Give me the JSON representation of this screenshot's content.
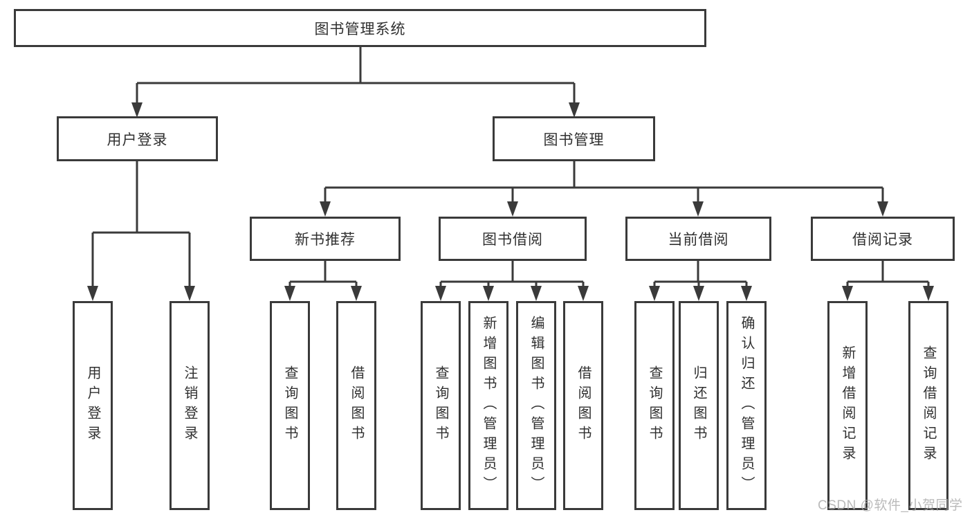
{
  "tree": {
    "root": {
      "label": "图书管理系统",
      "children": [
        {
          "label": "用户登录",
          "children": [
            {
              "label": "用户登录"
            },
            {
              "label": "注销登录"
            }
          ]
        },
        {
          "label": "图书管理",
          "children": [
            {
              "label": "新书推荐",
              "children": [
                {
                  "label": "查询图书"
                },
                {
                  "label": "借阅图书"
                }
              ]
            },
            {
              "label": "图书借阅",
              "children": [
                {
                  "label": "查询图书"
                },
                {
                  "label": "新增图书（管理员）"
                },
                {
                  "label": "编辑图书（管理员）"
                },
                {
                  "label": "借阅图书"
                }
              ]
            },
            {
              "label": "当前借阅",
              "children": [
                {
                  "label": "查询图书"
                },
                {
                  "label": "归还图书"
                },
                {
                  "label": "确认归还（管理员）"
                }
              ]
            },
            {
              "label": "借阅记录",
              "children": [
                {
                  "label": "新增借阅记录"
                },
                {
                  "label": "查询借阅记录"
                }
              ]
            }
          ]
        }
      ]
    }
  },
  "watermark": {
    "text": "CSDN @软件_小贺同学"
  },
  "colors": {
    "line": "#3a3a3a",
    "text": "#303030",
    "watermark": "#a9a9a9",
    "background": "#ffffff"
  }
}
